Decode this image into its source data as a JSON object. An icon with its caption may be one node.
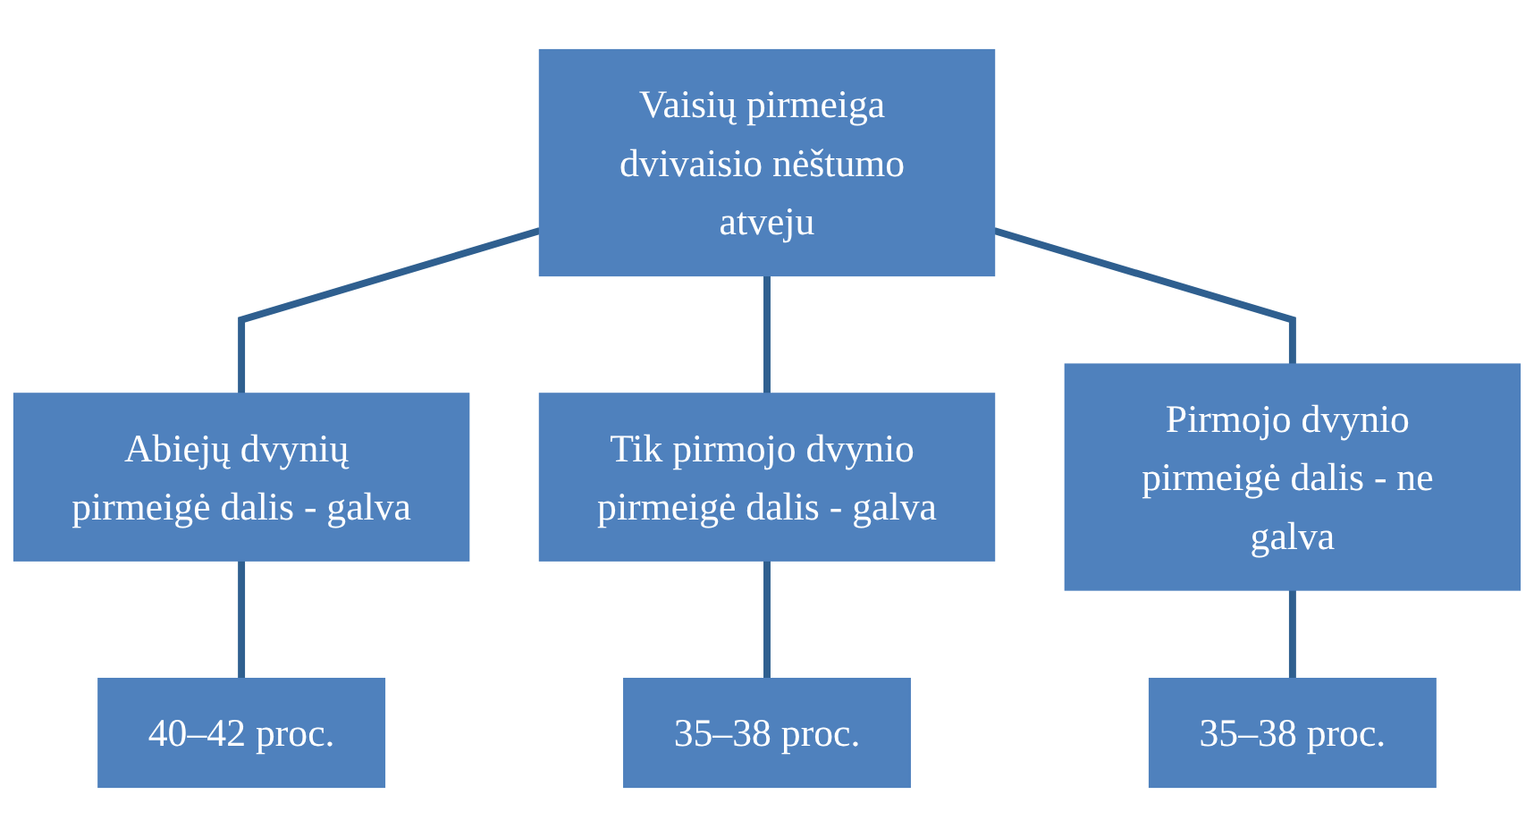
{
  "diagram": {
    "nodes": [
      {
        "text": [
          "Vaisių pirmeiga dvivaisio nėštumo atveju"
        ]
      },
      {
        "text": [
          "Abiejų dvynių pirmeigė dalis - galva"
        ]
      },
      {
        "text": [
          "Tik pirmojo dvynio pirmeigė dalis - galva"
        ]
      },
      {
        "text": [
          "Pirmojo dvynio pirmeigė dalis - ne galva"
        ]
      },
      {
        "text": [
          "40–42 proc."
        ]
      },
      {
        "text": [
          "35–38 proc."
        ]
      },
      {
        "text": [
          "35–38 proc."
        ]
      }
    ],
    "edges": [
      {
        "from": 0,
        "to": 1,
        "arrow": "none"
      },
      {
        "from": 0,
        "to": 2,
        "arrow": "none"
      },
      {
        "from": 0,
        "to": 3,
        "arrow": "none"
      },
      {
        "from": 1,
        "to": 4,
        "arrow": "none"
      },
      {
        "from": 2,
        "to": 5,
        "arrow": "none"
      },
      {
        "from": 3,
        "to": 6,
        "arrow": "none"
      }
    ]
  }
}
